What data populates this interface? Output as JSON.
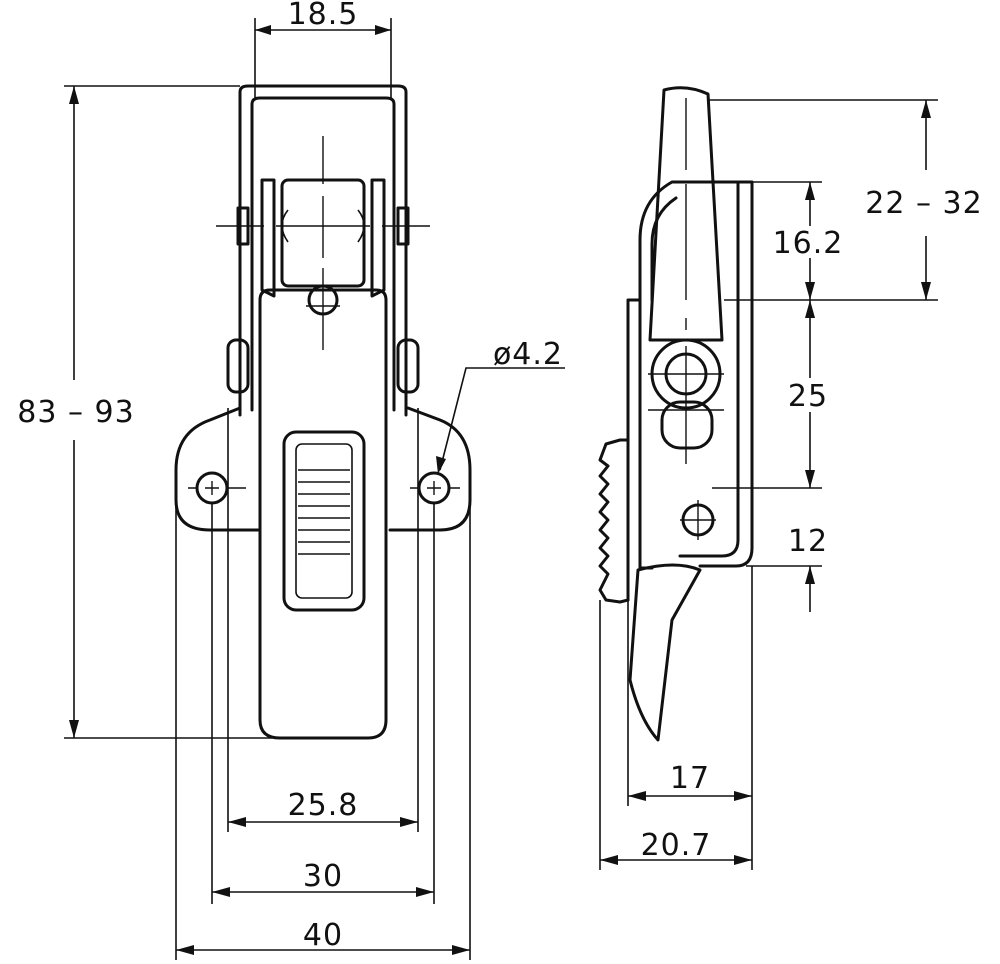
{
  "dimensions": {
    "top_width": "18.5",
    "overall_height": "83 – 93",
    "hole_diameter": "ø4.2",
    "hole_spacing_inner": "25.8",
    "hole_spacing": "30",
    "base_width": "40",
    "hook_reach": "22 – 32",
    "hook_height": "16.2",
    "pivot_to_hole": "25",
    "hole_to_step": "12",
    "side_depth_inner": "17",
    "side_depth_overall": "20.7"
  }
}
